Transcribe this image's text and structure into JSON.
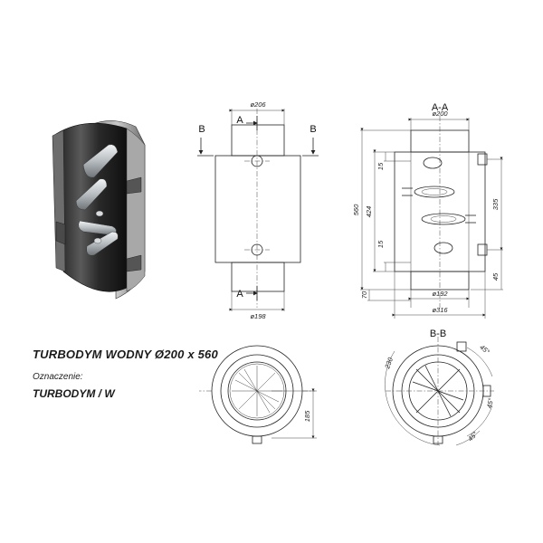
{
  "product": {
    "title": "TURBODYM  WODNY  Ø200 x 560",
    "designation_label": "Oznaczenie:",
    "designation": "TURBODYM  / W"
  },
  "section_labels": {
    "b_left": "B",
    "b_right": "B",
    "a_top": "A",
    "a_bottom": "A",
    "aa": "A-A",
    "bb": "B-B"
  },
  "dimensions": {
    "front_top_dia": "ø206",
    "front_bottom_dia": "ø198",
    "section_top_dia": "ø200",
    "section_height": "560",
    "section_inner_height": "424",
    "section_upper_gap": "15",
    "section_lower_gap": "15",
    "section_base": "70",
    "section_inner_dia": "ø192",
    "section_outer_dia": "ø316",
    "section_nozzle_spacing": "335",
    "section_nozzle_bottom": "45",
    "top_view_offset": "185",
    "bb_dia": "230",
    "bb_angle_1": "45°",
    "bb_angle_2": "45°",
    "bb_angle_3": "45°"
  },
  "colors": {
    "line": "#222222",
    "shell_dark": "#3a3a3a",
    "shell_light": "#9a9a9a",
    "tube": "#cfd3d6"
  }
}
